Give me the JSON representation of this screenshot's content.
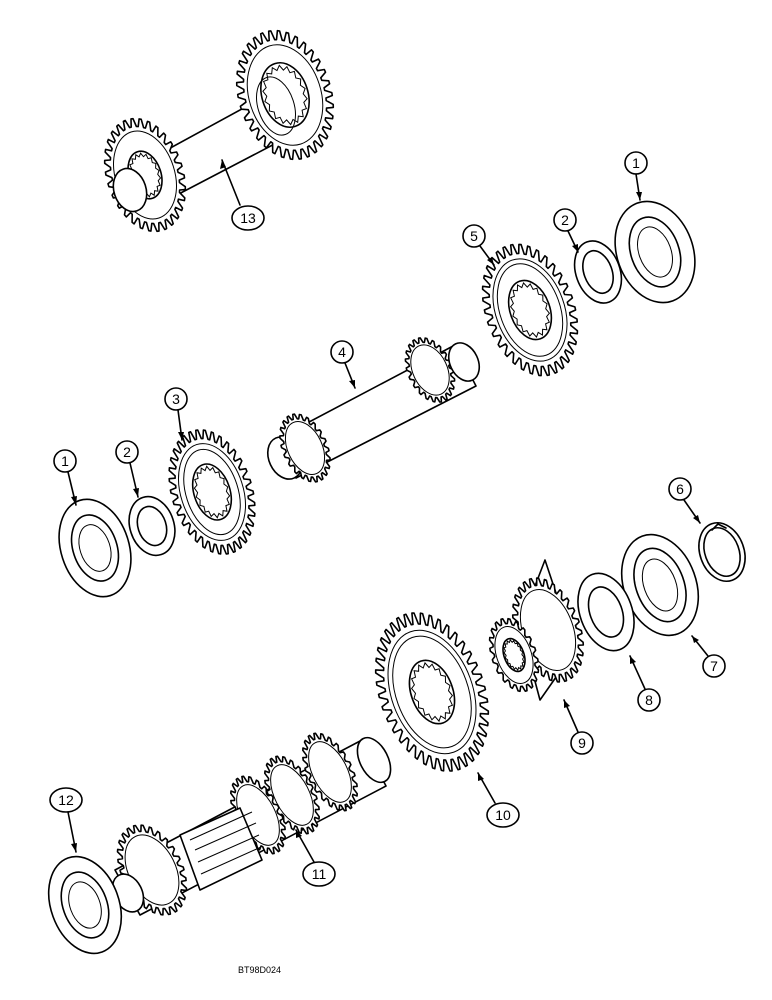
{
  "diagram": {
    "figure_code": "BT98D024",
    "callouts": [
      {
        "id": "c13",
        "label": "13"
      },
      {
        "id": "c1a",
        "label": "1"
      },
      {
        "id": "c2a",
        "label": "2"
      },
      {
        "id": "c5",
        "label": "5"
      },
      {
        "id": "c4",
        "label": "4"
      },
      {
        "id": "c3",
        "label": "3"
      },
      {
        "id": "c1b",
        "label": "1"
      },
      {
        "id": "c2b",
        "label": "2"
      },
      {
        "id": "c6",
        "label": "6"
      },
      {
        "id": "c7",
        "label": "7"
      },
      {
        "id": "c8",
        "label": "8"
      },
      {
        "id": "c9",
        "label": "9"
      },
      {
        "id": "c10",
        "label": "10"
      },
      {
        "id": "c11",
        "label": "11"
      },
      {
        "id": "c12",
        "label": "12"
      }
    ]
  }
}
